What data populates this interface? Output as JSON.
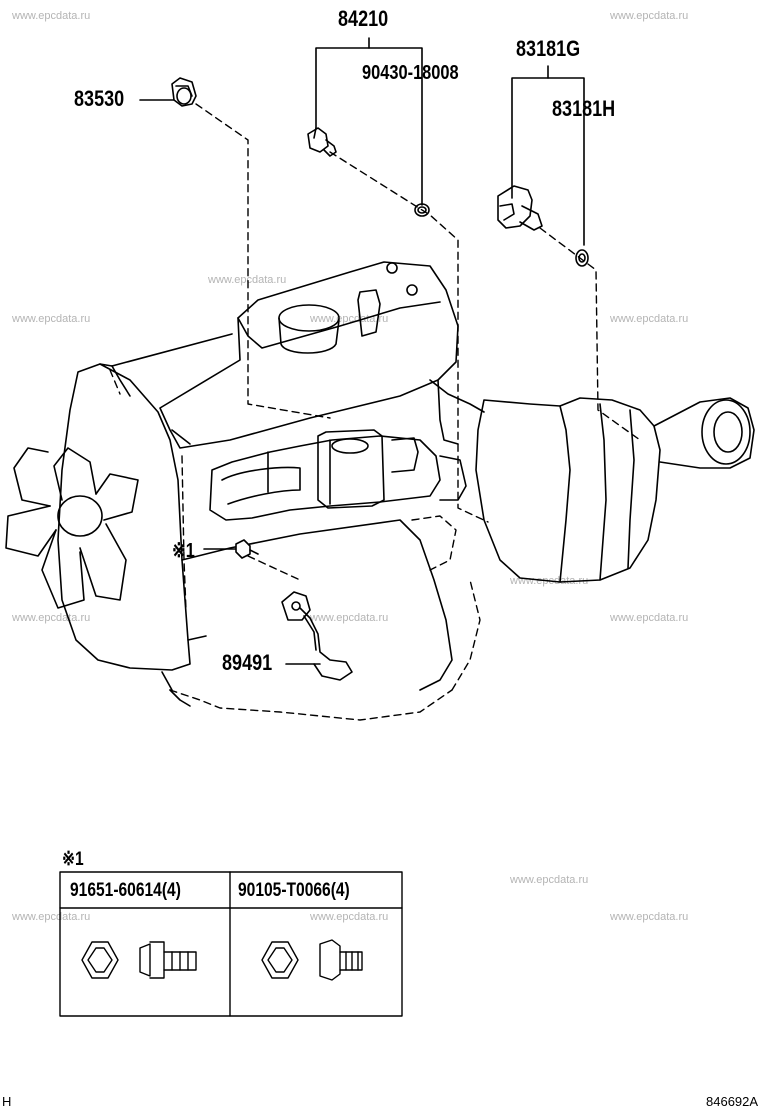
{
  "watermark": "www.epcdata.ru",
  "callouts": {
    "p84210": "84210",
    "p90430": "90430-18008",
    "p83181g": "83181G",
    "p83181h": "83181H",
    "p83530": "83530",
    "p89491": "89491",
    "mark_ref": "※1"
  },
  "detail_table": {
    "mark": "※1",
    "headers": [
      "91651-60614(4)",
      "90105-T0066(4)"
    ]
  },
  "corner_left": "H",
  "corner_right": "846692A"
}
